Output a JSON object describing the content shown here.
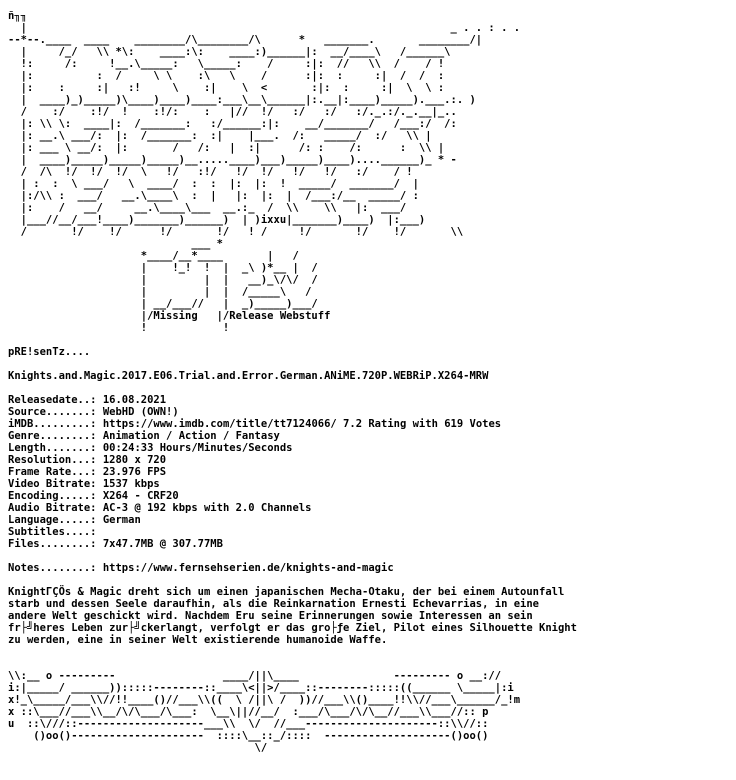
{
  "document": {
    "header_art": [
      "ñ╖╖",
      "  |                                                                   _ . . : . .",
      "--*--.____  ____    ________/\\________/\\      *   _______.       ________/|",
      "  |     /_/   \\\\ *\\:    ____:\\:    ____:)______|:  __/____\\   /______\\",
      "  !:     /:     !__.\\_____:   \\_____:    /     :|:  //   \\\\  /    / ! ",
      "  |:          :  /     \\ \\    :\\   \\    /      :|:  :     :|  /  /  :  ",
      "  |:    :     :|   :!     \\    :|    \\  <       :|:  :     :|  \\  \\ :  ",
      "  |  ____)_)_____)\\____)____)____:___\\__\\______|:.__|:____)_____).___.:. ) ",
      "  /    :/    :!/  !    :!/:    :   |//  !/   :/   :/   :/._.:/._.__|_..",
      "  |: \\\\ \\:  ____|:  /_______:   :/______:|:    __/_______/   /___:/  /:",
      "  |: __.\\ ___/:  |:  /_______:  :|    |___.  /:   _____/  :/   \\\\ |",
      "  |: ___ \\ __/:  |:       /   /:   |  :|      /: :    /:      :  \\\\ |",
      "  |  ____)_____)_____)_____)__.....____)___)_____)____)....______)_ * -",
      "  /  /\\  !/  !/  !/  \\   !/   :!/   !/  !/   !/   !/   :/    / !",
      "  | :  :  \\ ___/   \\  ____/  :  :  |:  |:  !  _____/  _______/  |",
      "  |:/\\\\ :  ___/   __.\\____\\  :  |   |:  |:  |  /___:/__  _____/ :",
      "  |:    /   __/     __.\\____\\___  __.:_  /  \\\\    \\\\   |:  ___/",
      "  |___//__/___!____)_______)______)  | )ixxu|_______)____)  |:___)",
      "  /       !/    !/      !/       !/   ! /     !/       !/    !/       \\\\",
      "                             ___ *",
      "                     *____/__*____       |   /",
      "                     |    !_!  !  |  _\\ )*__ |  /",
      "                     |         |  |   __)_\\/\\/  /",
      "                     |         |  |  /_____\\   /",
      "                     | __/___//   |  _)_____)___/",
      "                     |/Missing   |/Release Webstuff",
      "                     !            !"
    ],
    "presents": "pRE!senTz....",
    "release_title": "Knights.and.Magic.2017.E06.Trial.and.Error.German.ANiME.720P.WEBRiP.X264-MRW",
    "info": [
      {
        "label": "Releasedate..:",
        "value": "16.08.2021"
      },
      {
        "label": "Source.......:",
        "value": "WebHD (OWN!)"
      },
      {
        "label": "iMDB.........:",
        "value": "https://www.imdb.com/title/tt7124066/ 7.2 Rating with 619 Votes"
      },
      {
        "label": "Genre........:",
        "value": "Animation / Action / Fantasy"
      },
      {
        "label": "Length.......:",
        "value": "00:24:33 Hours/Minutes/Seconds"
      },
      {
        "label": "Resolution...:",
        "value": "1280 x 720"
      },
      {
        "label": "Frame Rate...:",
        "value": "23.976 FPS"
      },
      {
        "label": "Video Bitrate:",
        "value": "1537 kbps"
      },
      {
        "label": "Encoding.....:",
        "value": "X264 - CRF20"
      },
      {
        "label": "Audio Bitrate:",
        "value": "AC-3 @ 192 kbps with 2.0 Channels"
      },
      {
        "label": "Language.....:",
        "value": "German"
      },
      {
        "label": "Subtitles....:",
        "value": ""
      },
      {
        "label": "Files........:",
        "value": "7x47.7MB @ 307.77MB"
      }
    ],
    "notes": {
      "label": "Notes........:",
      "value": "https://www.fernsehserien.de/knights-and-magic"
    },
    "description": [
      "KnightΓÇÖs & Magic dreht sich um einen japanischen Mecha-Otaku, der bei einem Autounfall",
      "starb und dessen Seele daraufhin, als die Reinkarnation Ernesti Echevarrias, in eine",
      "andere Welt geschickt wird. Nachdem Eru seine Erinnerungen sowie Interessen an sein",
      "fr├╝heres Leben zur├╝ckerlangt, verfolgt er das gro├ƒe Ziel, Pilot eines Silhouette Knight",
      "zu werden, eine in seiner Welt existierende humanoide Waffe."
    ],
    "footer_art": [
      "\\\\:__ o ---------                 ____/||\\____               --------- o __://",
      "i:|_____/ ______)):::::--------::____\\<||>/____::--------:::::((______ \\_____|:i",
      "x!_\\_____/___\\\\//!!____()//___\\\\((  \\ /||\\ /  ))//___\\\\()____!!\\\\//___\\______/_!m",
      "x ::\\___//___\\\\__/\\/\\___/\\___:  \\__\\||//__/  :___/\\___/\\/\\__//___\\\\___//:: p",
      "u  ::\\///::--------------------___\\\\  \\/  //___---------------------::\\\\//::",
      "    ()oo()---------------------  ::::\\__::_/::::  --------------------()oo()",
      "                                       \\/"
    ]
  }
}
